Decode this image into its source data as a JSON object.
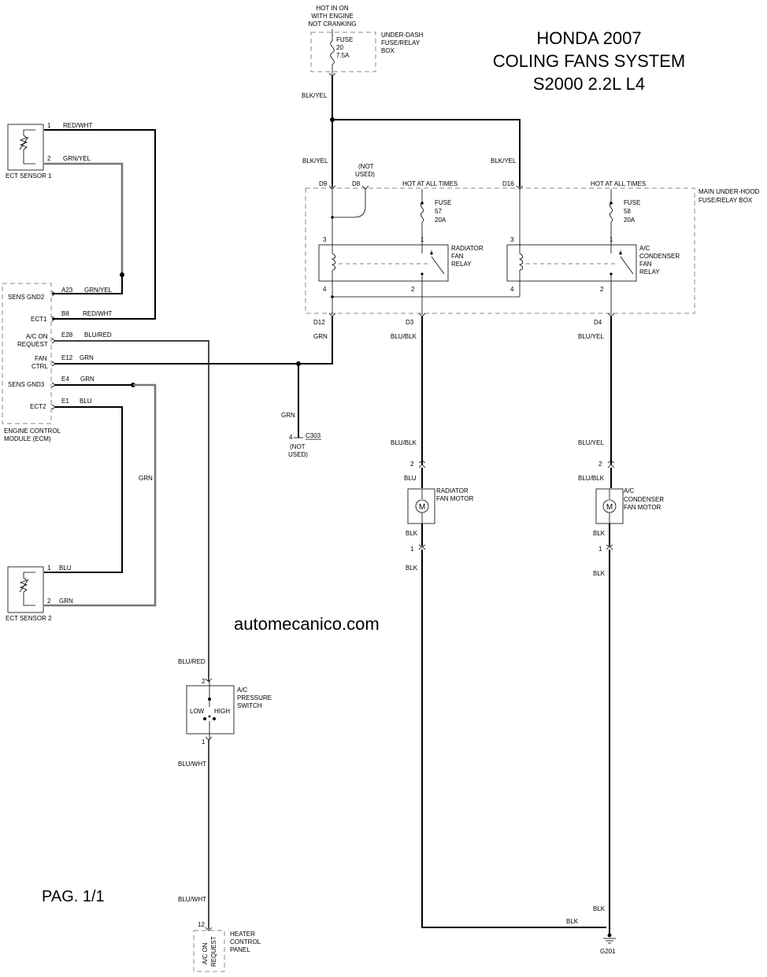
{
  "title": {
    "line1": "HONDA 2007",
    "line2": "COLING FANS SYSTEM",
    "line3": "S2000 2.2L L4"
  },
  "watermark": "automecanico.com",
  "page_label": "PAG. 1/1",
  "under_dash_box": {
    "hot_line1": "HOT IN ON",
    "hot_line2": "WITH ENGINE",
    "hot_line3": "NOT CRANKING",
    "fuse_line1": "FUSE",
    "fuse_line2": "20",
    "fuse_line3": "7.5A",
    "name_line1": "UNDER-DASH",
    "name_line2": "FUSE/RELAY",
    "name_line3": "BOX"
  },
  "main_box": {
    "name_line1": "MAIN UNDER-HOOD",
    "name_line2": "FUSE/RELAY BOX",
    "hot_left": "HOT AT ALL TIMES",
    "hot_right": "HOT AT ALL TIMES",
    "fuse57_line1": "FUSE",
    "fuse57_line2": "57",
    "fuse57_line3": "20A",
    "fuse58_line1": "FUSE",
    "fuse58_line2": "58",
    "fuse58_line3": "20A",
    "not_used_line1": "(NOT",
    "not_used_line2": "USED)",
    "terminals": {
      "d9": "D9",
      "d8": "D8",
      "d16": "D16",
      "d12": "D12",
      "d3": "D3",
      "d4": "D4"
    }
  },
  "radiator_relay": {
    "line1": "RADIATOR",
    "line2": "FAN",
    "line3": "RELAY",
    "pin3": "3",
    "pin1": "1",
    "pin4": "4",
    "pin2": "2"
  },
  "condenser_relay": {
    "line1": "A/C",
    "line2": "CONDENSER",
    "line3": "FAN",
    "line4": "RELAY",
    "pin3": "3",
    "pin1": "1",
    "pin4": "4",
    "pin2": "2"
  },
  "ecm": {
    "name_line1": "ENGINE CONTROL",
    "name_line2": "MODULE (ECM)",
    "sens_gnd2": "SENS GND2",
    "ect1": "ECT1",
    "ac_on_line1": "A/C ON",
    "ac_on_line2": "REQUEST",
    "fan_line1": "FAN",
    "fan_line2": "CTRL",
    "sens_gnd3": "SENS GND3",
    "ect2": "ECT2",
    "pins": {
      "a23": "A23",
      "b8": "B8",
      "e28": "E28",
      "e12": "E12",
      "e4": "E4",
      "e1": "E1"
    }
  },
  "ect_sensor1": {
    "name": "ECT SENSOR 1",
    "pin1": "1",
    "pin2": "2"
  },
  "ect_sensor2": {
    "name": "ECT SENSOR 2",
    "pin1": "1",
    "pin2": "2"
  },
  "radiator_motor": {
    "line1": "RADIATOR",
    "line2": "FAN MOTOR",
    "symbol": "M",
    "pin2": "2",
    "pin1": "1"
  },
  "condenser_motor": {
    "line1": "A/C",
    "line2": "CONDENSER",
    "line3": "FAN MOTOR",
    "symbol": "M",
    "pin2": "2",
    "pin1": "1"
  },
  "pressure_switch": {
    "line1": "A/C",
    "line2": "PRESSURE",
    "line3": "SWITCH",
    "low": "LOW",
    "high": "HIGH",
    "pin2": "2",
    "pin1": "1"
  },
  "heater_panel": {
    "line1": "HEATER",
    "line2": "CONTROL",
    "line3": "PANEL",
    "vertical_line1": "A/C ON",
    "vertical_line2": "REQUEST",
    "pin": "12"
  },
  "connector_c303": {
    "pin": "4",
    "name": "C303",
    "not_used_line1": "(NOT",
    "not_used_line2": "USED)"
  },
  "ground": {
    "name": "G201"
  },
  "wires": {
    "blk_yel_top": "BLK/YEL",
    "blk_yel_left": "BLK/YEL",
    "blk_yel_right": "BLK/YEL",
    "red_wht_sensor": "RED/WHT",
    "grn_yel_sensor": "GRN/YEL",
    "grn_yel_ecm": "GRN/YEL",
    "red_wht_ecm": "RED/WHT",
    "blu_red_ecm": "BLU/RED",
    "grn_e12": "GRN",
    "grn_e4": "GRN",
    "blu_e1": "BLU",
    "grn_d12": "GRN",
    "blu_blk_d3": "BLU/BLK",
    "blu_yel_d4": "BLU/YEL",
    "grn_c303": "GRN",
    "grn_vertical": "GRN",
    "blu_sensor2": "BLU",
    "grn_sensor2": "GRN",
    "blu_blk_rad_upper": "BLU/BLK",
    "blu_rad_lower": "BLU",
    "blu_yel_cond_upper": "BLU/YEL",
    "blu_blk_cond_lower": "BLU/BLK",
    "blk_rad_motor": "BLK",
    "blk_rad_below": "BLK",
    "blk_cond_motor": "BLK",
    "blk_cond_below": "BLK",
    "blu_red_switch": "BLU/RED",
    "blu_wht_switch": "BLU/WHT",
    "blu_wht_heater": "BLU/WHT",
    "blk_ground_vertical": "BLK",
    "blk_ground_horizontal": "BLK"
  }
}
